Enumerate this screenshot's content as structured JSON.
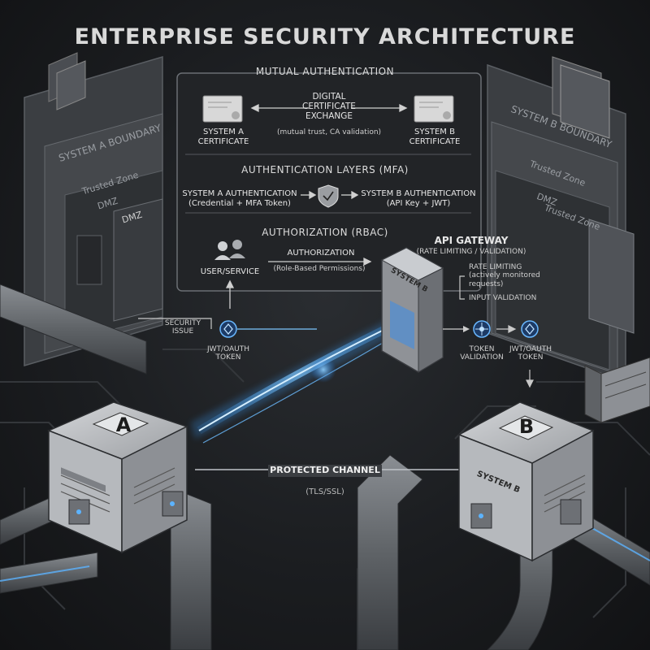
{
  "title": "ENTERPRISE SECURITY ARCHITECTURE",
  "mutual_auth": {
    "header": "MUTUAL AUTHENTICATION",
    "left_cert": "SYSTEM A\nCERTIFICATE",
    "right_cert": "SYSTEM B\nCERTIFICATE",
    "exchange": "DIGITAL\nCERTIFICATE\nEXCHANGE",
    "exchange_note": "(mutual trust, CA validation)"
  },
  "auth_layers": {
    "header": "AUTHENTICATION LAYERS (MFA)",
    "left": "SYSTEM A AUTHENTICATION\n(Credential + MFA Token)",
    "right": "SYSTEM B AUTHENTICATION\n(API Key + JWT)"
  },
  "authorization": {
    "header": "AUTHORIZATION (RBAC)",
    "user": "USER/SERVICE",
    "label": "AUTHORIZATION",
    "note": "(Role-Based Permissions)"
  },
  "api_gateway": {
    "title": "API GATEWAY",
    "subtitle": "(RATE LIMITING / VALIDATION)",
    "rate": "RATE LIMITING\n(actively monitored\nrequests)",
    "input": "INPUT VALIDATION",
    "token_validation": "TOKEN\nVALIDATION",
    "jwt_right": "JWT/OAUTH\nTOKEN"
  },
  "security_issue": "SECURITY\nISSUE",
  "jwt_left": "JWT/OAUTH\nTOKEN",
  "channel": {
    "label": "PROTECTED CHANNEL",
    "sub": "(TLS/SSL)"
  },
  "boundaries": {
    "a": "SYSTEM A BOUNDARY",
    "b": "SYSTEM B BOUNDARY",
    "trusted": "Trusted Zone",
    "dmz": "DMZ"
  },
  "systems": {
    "a_letter": "A",
    "b_letter": "B",
    "b_label": "SYSTEM B",
    "gateway_label": "SYSTEM B"
  }
}
